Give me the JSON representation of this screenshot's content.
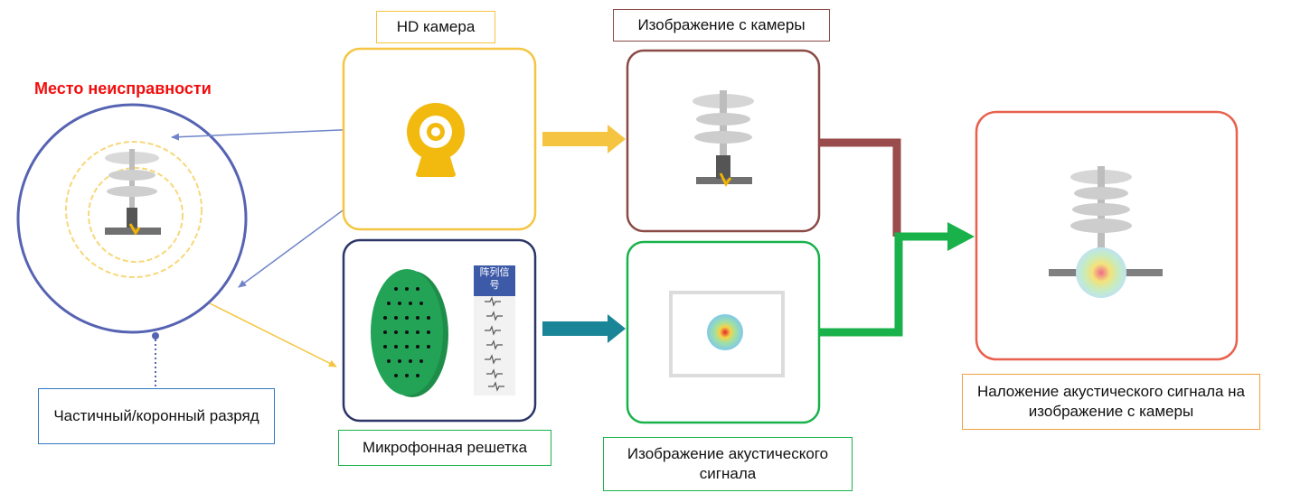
{
  "fault": {
    "title": "Место неисправности"
  },
  "discharge": {
    "label": "Частичный/коронный разряд"
  },
  "camera": {
    "label": "HD камера"
  },
  "mic": {
    "label": "Микрофонная решетка",
    "panel_header": "阵列信号"
  },
  "camera_image": {
    "label": "Изображение с камеры"
  },
  "acoustic_image": {
    "label": "Изображение акустического сигнала"
  },
  "overlay": {
    "label": "Наложение акустического сигнала на изображение с камеры"
  },
  "colors": {
    "camera": "#f5c542",
    "mic": "#2c3566",
    "camera_image": "#8a4a46",
    "acoustic": "#19b24a",
    "overlay": "#e8614e",
    "fault_title": "#f20d0d",
    "discharge_border": "#2f79c2",
    "overlay_label_border": "#f0a040",
    "teal_arrow": "#1a8597"
  }
}
